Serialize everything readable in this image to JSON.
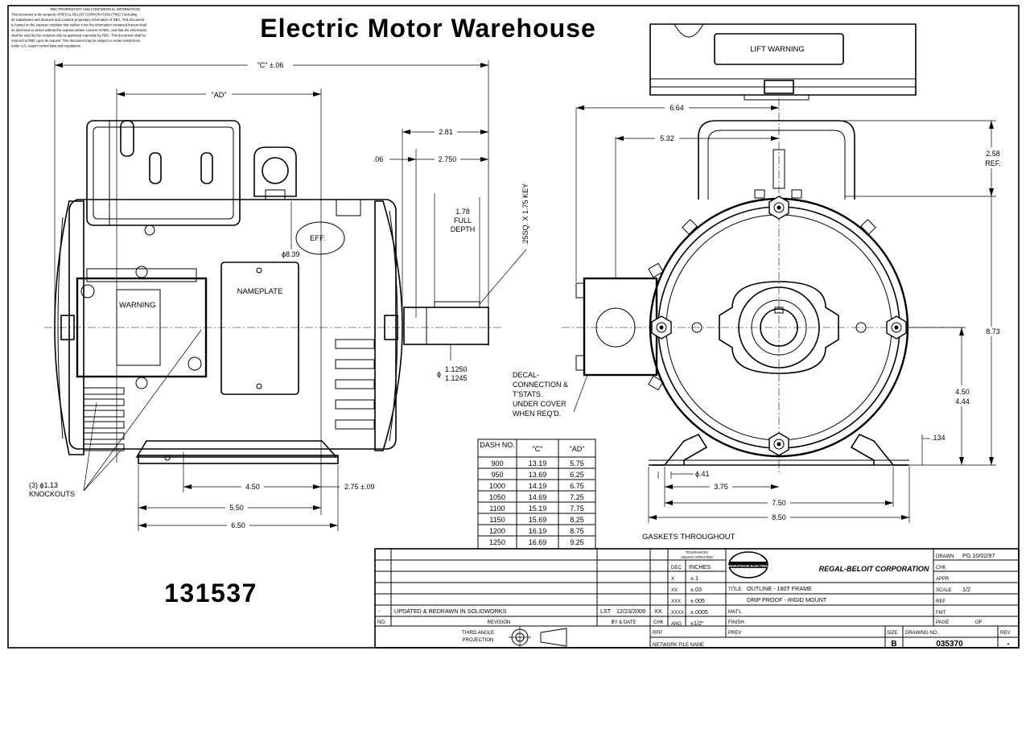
{
  "header": {
    "title": "Electric Motor Warehouse",
    "notice_heading": "RBC PROPRIETARY AND CONFIDENTIAL INFORMATION",
    "notice_lines": [
      "This document is the property of REGAL BELOIT CORPORATION (\"RBC\") including",
      "its subsidiaries and divisions and contains proprietary information of RBC. This document",
      "is loaned on the express condition that neither it nor the information contained therein shall",
      "be disclosed to others without the express written consent of RBC, and that the information",
      "shall be used by the recipient only as approved expressly by RBC. This document shall be",
      "returned to RBC upon its request. This document may be subject to certain restrictions",
      "under U.S. export control laws and regulations."
    ]
  },
  "part_number": "131537",
  "side_view": {
    "dim_c": "\"C\" ±.06",
    "dim_ad": "\"AD\"",
    "dim_281": "2.81",
    "dim_06": ".06",
    "dim_2750": "2.750",
    "key": ".25SQ. X 1.75 KEY",
    "full_depth": [
      "1.78",
      "FULL",
      "DEPTH"
    ],
    "dia_839": "ϕ8.39",
    "eff": "EFF.",
    "nameplate": "NAMEPLATE",
    "warning": "WARNING",
    "shaft_dia_symbol": "ϕ",
    "shaft_dia": [
      "1.1250",
      "1.1245"
    ],
    "decal": [
      "DECAL-",
      "CONNECTION &",
      "T'STATS.",
      "UNDER COVER",
      "WHEN REQ'D."
    ],
    "knockouts": [
      "(3) ϕ1.13",
      "KNOCKOUTS"
    ],
    "dim_450": "4.50",
    "dim_275": "2.75 ±.09",
    "dim_550": "5.50",
    "dim_650": "6.50"
  },
  "end_view": {
    "lift_warning": "LIFT WARNING",
    "dim_664": "6.64",
    "dim_532": "5.32",
    "dim_258": [
      "2.58",
      "REF."
    ],
    "dim_873": "8.73",
    "dim_450_444": [
      "4.50",
      "4.44"
    ],
    "dim_134": ".134",
    "dim_041": "ϕ.41",
    "dim_375": "3.75",
    "dim_750": "7.50",
    "dim_850": "8.50"
  },
  "dash_table": {
    "headers": [
      "DASH NO.",
      "\"C\"",
      "\"AD\""
    ],
    "rows": [
      [
        "900",
        "13.19",
        "5.75"
      ],
      [
        "950",
        "13.69",
        "6.25"
      ],
      [
        "1000",
        "14.19",
        "6.75"
      ],
      [
        "1050",
        "14.69",
        "7.25"
      ],
      [
        "1100",
        "15.19",
        "7.75"
      ],
      [
        "1150",
        "15.69",
        "8.25"
      ],
      [
        "1200",
        "16.19",
        "8.75"
      ],
      [
        "1250",
        "16.69",
        "9.25"
      ]
    ]
  },
  "gaskets": "GASKETS THROUGHOUT",
  "title_block": {
    "rev_dash": "-",
    "rev_desc": "UPDATED & REDRAWN IN SOLIDWORKS",
    "rev_by": "LST",
    "rev_date": "12/23/2009",
    "rev_chk": "XX",
    "col_no": "NO.",
    "col_revision": "REVISION",
    "col_bydate": "BY & DATE",
    "col_chk": "CHK",
    "tolerances_heading": [
      "TOLERANCES",
      "UNLESS SPECIFIED"
    ],
    "tol_dec": "DEC",
    "tol_inches": "INCHES",
    "tol_rows": [
      [
        "X",
        "±.1"
      ],
      [
        "XX",
        "±.03"
      ],
      [
        "XXX",
        "±.005"
      ],
      [
        "XXXX",
        "±.0005"
      ],
      [
        "ANG",
        "±1/2°"
      ]
    ],
    "company": "REGAL-BELOIT CORPORATION",
    "logo_text": "MARATHON ELECTRIC",
    "title_label": "TITLE",
    "title_line1": "OUTLINE - 180T FRAME",
    "title_line2": "DRIP PROOF - RIGID MOUNT",
    "matl": "MAT'L",
    "finish": "FINISH",
    "drawn_label": "DRAWN",
    "drawn_value": "PG 10/02/97",
    "chk": "CHK",
    "appr": "APPR",
    "scale_label": "SCALE",
    "scale_value": "1/2",
    "ref": "REF",
    "fmt": "FMT",
    "page_label": "PAGE",
    "of_label": "OF",
    "third_angle": [
      "THIRD ANGLE",
      "PROJECTION"
    ],
    "rfp": "RFP",
    "prev": "PREV",
    "network": "NETWORK FILE NAME",
    "size_label": "SIZE",
    "size_value": "B",
    "drawing_no_label": "DRAWING NO.",
    "drawing_no": "035370",
    "rev_label": "REV",
    "rev_value": "-"
  }
}
